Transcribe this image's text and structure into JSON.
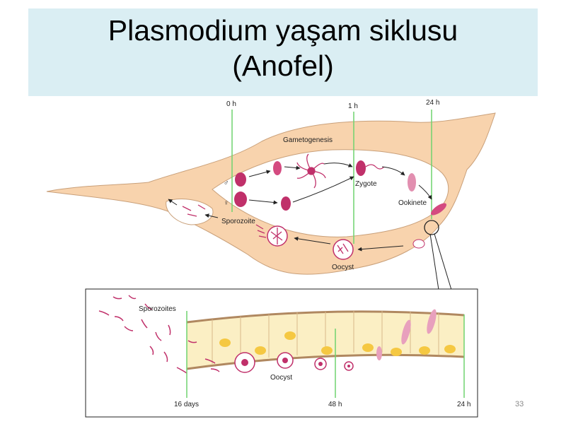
{
  "slide": {
    "title_line1": "Plasmodium yaşam siklusu",
    "title_line2": "(Anofel)",
    "page_number": "33"
  },
  "diagram": {
    "time_top": [
      "0 h",
      "1 h",
      "24 h"
    ],
    "labels": {
      "gametogenesis": "Gametogenesis",
      "male_symbol": "♂",
      "female_symbol": "♀",
      "zygote": "Zygote",
      "ookinete": "Ookinete",
      "sporozoite": "Sporozoite",
      "oocyst": "Oocyst"
    },
    "inset": {
      "sporozoites": "Sporozoites",
      "oocyst": "Oocyst",
      "time_bottom": [
        "16 days",
        "48 h",
        "24 h"
      ]
    },
    "colors": {
      "title_band": "#daeef3",
      "gut": "#f8d3ad",
      "gut_outline": "#c9a07a",
      "parasite": "#c0306a",
      "time_line": "#6fd36f",
      "epithelium": "#fbefc4",
      "nucleus": "#f5c842"
    }
  }
}
